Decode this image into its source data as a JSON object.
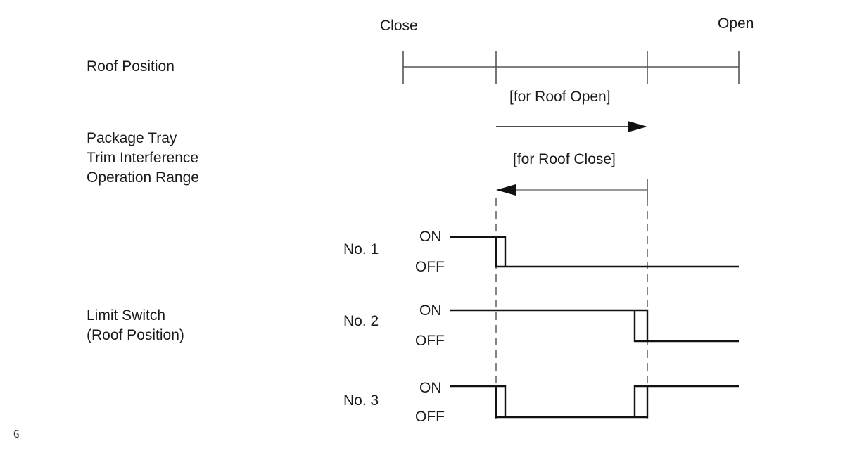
{
  "labels": {
    "close": "Close",
    "open": "Open",
    "roof_position": "Roof Position",
    "for_roof_open": "[for Roof Open]",
    "for_roof_close": "[for Roof Close]",
    "package_tray_1": "Package Tray",
    "package_tray_2": "Trim Interference",
    "package_tray_3": "Operation Range",
    "limit_switch_1": "Limit Switch",
    "limit_switch_2": "(Roof Position)",
    "corner_mark": "G"
  },
  "switches": [
    {
      "name": "No. 1",
      "on": "ON",
      "off": "OFF"
    },
    {
      "name": "No. 2",
      "on": "ON",
      "off": "OFF"
    },
    {
      "name": "No. 3",
      "on": "ON",
      "off": "OFF"
    }
  ]
}
